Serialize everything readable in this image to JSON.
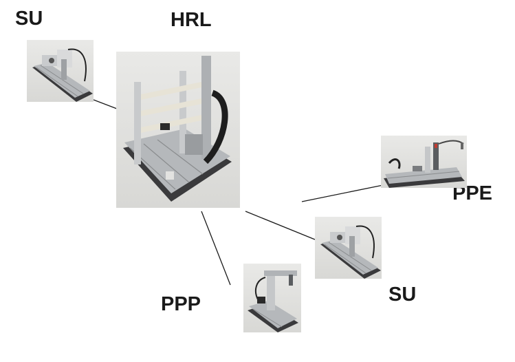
{
  "labels": {
    "su_left": "SU",
    "hrl": "HRL",
    "ppe": "PPE",
    "su_right": "SU",
    "ppp": "PPP"
  },
  "colors": {
    "line": "#1a1a1a",
    "label": "#1a1a1a",
    "photo_background": "#dcdcd9",
    "aluminum": "#b5b8bb",
    "rail_dark": "#3a3a3c"
  }
}
